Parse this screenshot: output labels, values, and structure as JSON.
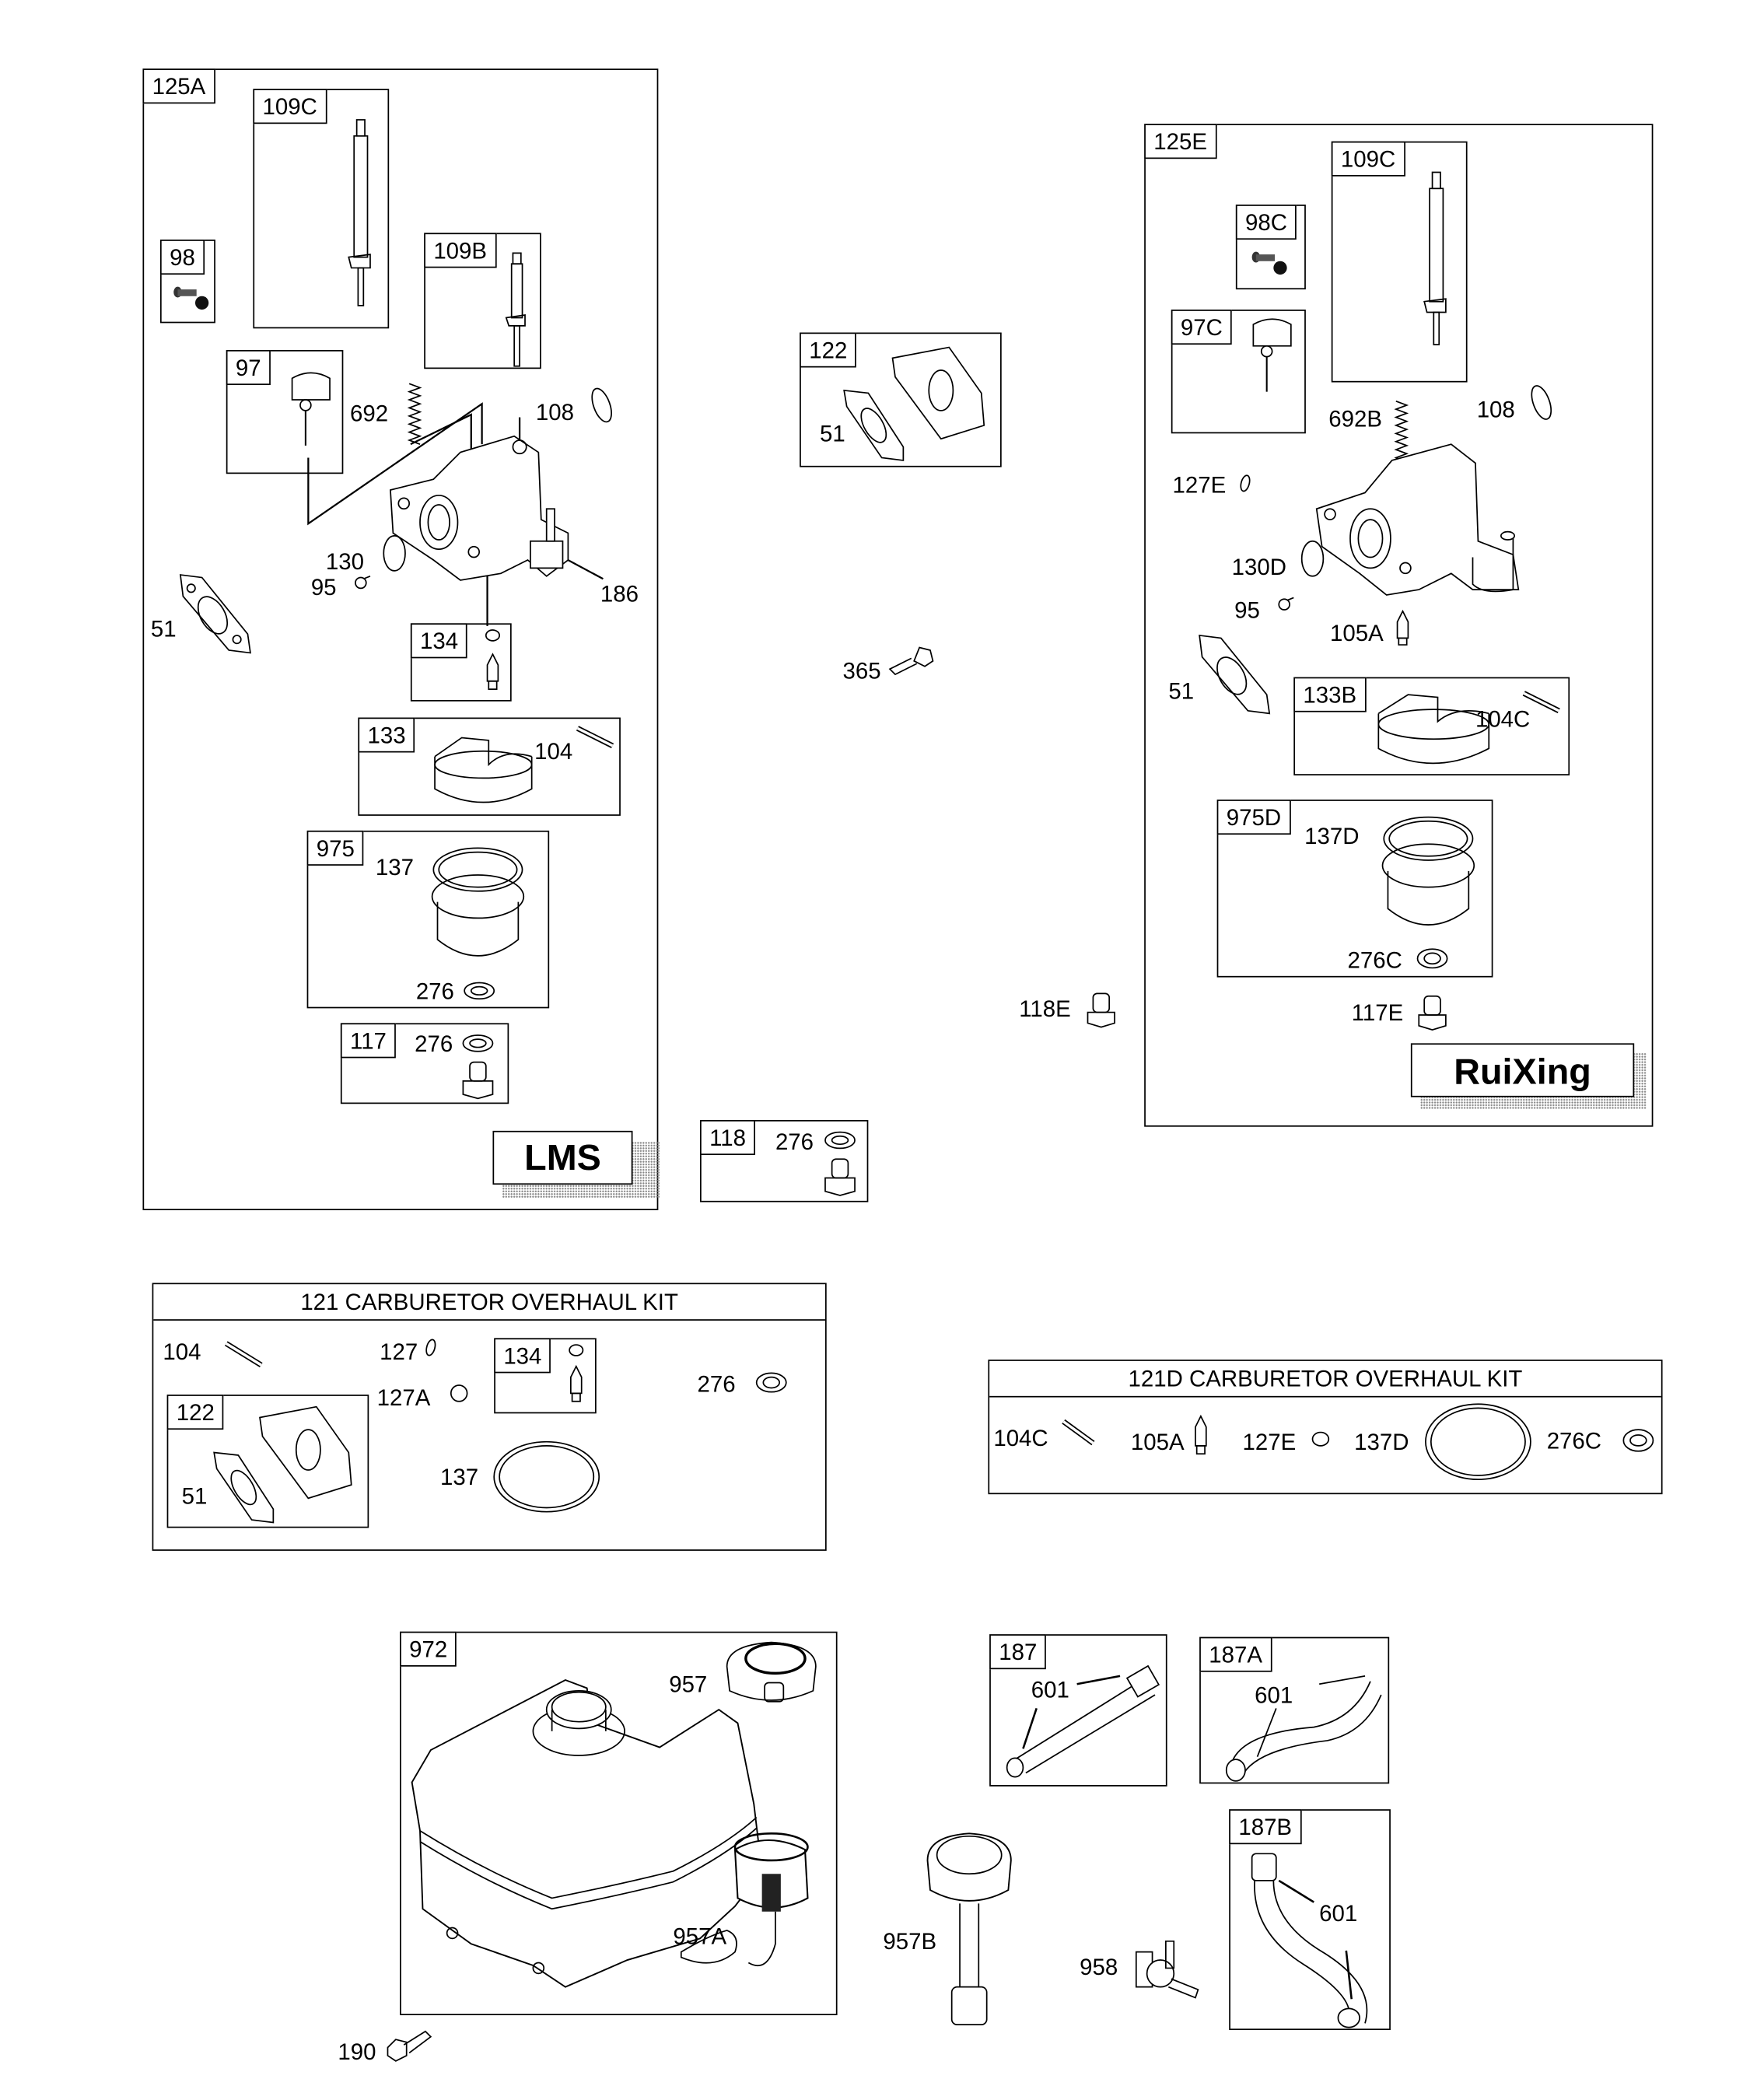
{
  "diagram": {
    "title": "Carburetor and Fuel Tank Parts Diagram",
    "assemblies": {
      "a125": {
        "id": "125A",
        "brand": "LMS",
        "subkits": {
          "k109c": "109C",
          "k98": "98",
          "k109b": "109B",
          "k97": "97",
          "k134": "134",
          "k133": "133",
          "k975": "975",
          "k117": "117"
        },
        "labels": {
          "p692": "692",
          "p108": "108",
          "p130": "130",
          "p95": "95",
          "p186": "186",
          "p51": "51",
          "p104": "104",
          "p137": "137",
          "p276_975": "276",
          "p276_117": "276"
        }
      },
      "a122": {
        "id": "122",
        "labels": {
          "p51": "51"
        }
      },
      "loose": {
        "p365": "365",
        "p118e": "118E",
        "p190": "190",
        "p957b": "957B",
        "p958": "958"
      },
      "a118": {
        "id": "118",
        "labels": {
          "p276": "276"
        }
      },
      "a125e": {
        "id": "125E",
        "brand": "RuiXing",
        "subkits": {
          "k109c": "109C",
          "k98c": "98C",
          "k97c": "97C",
          "k133b": "133B",
          "k975d": "975D"
        },
        "labels": {
          "p692b": "692B",
          "p108": "108",
          "p127e": "127E",
          "p130d": "130D",
          "p95": "95",
          "p105a": "105A",
          "p51": "51",
          "p104c": "104C",
          "p137d": "137D",
          "p276c": "276C",
          "p117e": "117E"
        }
      },
      "kit121": {
        "title": "121 CARBURETOR OVERHAUL KIT",
        "labels": {
          "p104": "104",
          "p127": "127",
          "p127a": "127A",
          "p276": "276",
          "p137": "137",
          "p51": "51"
        },
        "subkits": {
          "k134": "134",
          "k122": "122"
        }
      },
      "kit121d": {
        "title": "121D CARBURETOR OVERHAUL KIT",
        "labels": {
          "p104c": "104C",
          "p105a": "105A",
          "p127e": "127E",
          "p137d": "137D",
          "p276c": "276C"
        }
      },
      "a972": {
        "id": "972",
        "labels": {
          "p957": "957",
          "p957a": "957A"
        }
      },
      "a187": {
        "id": "187",
        "labels": {
          "p601": "601"
        }
      },
      "a187a": {
        "id": "187A",
        "labels": {
          "p601": "601"
        }
      },
      "a187b": {
        "id": "187B",
        "labels": {
          "p601": "601"
        }
      }
    }
  }
}
